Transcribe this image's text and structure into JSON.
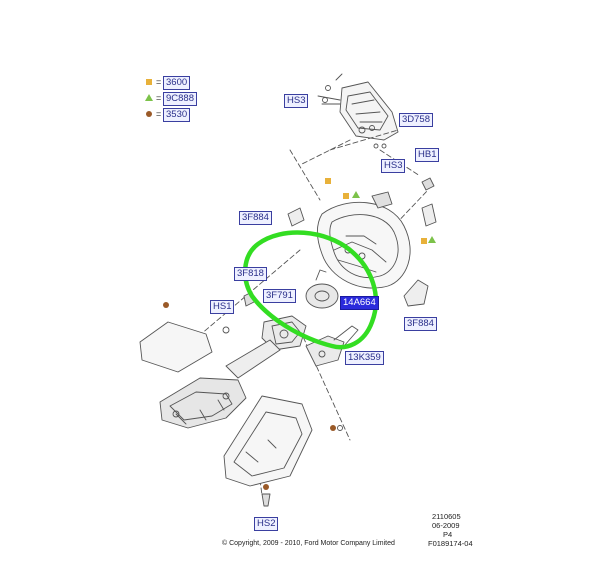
{
  "legend": {
    "items": [
      {
        "symbol": "square",
        "color": "#e8b13a",
        "equals": "=",
        "code": "3600"
      },
      {
        "symbol": "triangle",
        "color": "#7cc24a",
        "equals": "=",
        "code": "9C888"
      },
      {
        "symbol": "circle",
        "color": "#9a5a28",
        "equals": "=",
        "code": "3530"
      }
    ]
  },
  "callouts": {
    "hs3_top": "HS3",
    "p3d758": "3D758",
    "hs3_mid": "HS3",
    "hb1": "HB1",
    "p3f884_left": "3F884",
    "p3f818": "3F818",
    "p3f791": "3F791",
    "p14a664": "14A664",
    "hs1": "HS1",
    "p3f884_right": "3F884",
    "p13k359": "13K359",
    "hs2": "HS2"
  },
  "meta": {
    "line1": "2110605",
    "line2": "06-2009",
    "line3": "P4",
    "line4": "F0189174-04"
  },
  "copyright": "© Copyright, 2009 - 2010, Ford Motor Company Limited",
  "colors": {
    "highlight_ring": "#33dd22",
    "callout_border": "#3a3fa0",
    "selected_callout": "#2b2bdc"
  }
}
